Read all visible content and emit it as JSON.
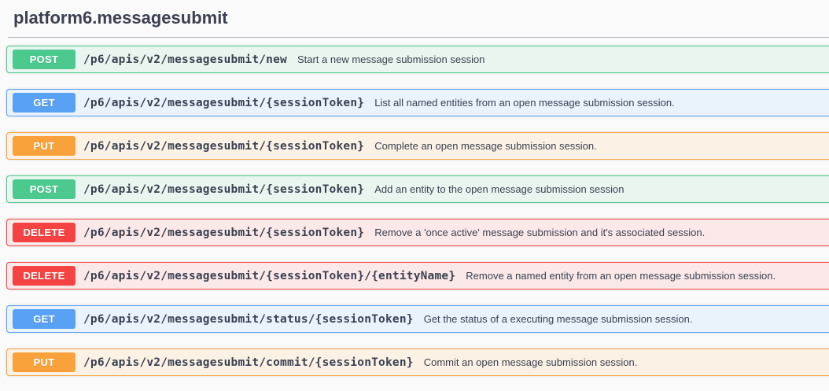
{
  "page": {
    "title": "platform6.messagesubmit",
    "background": "#fafafa",
    "text_color": "#3b4151"
  },
  "methods": {
    "GET": {
      "color": "#59a1f4",
      "bg": "#eaf2fc"
    },
    "POST": {
      "color": "#4bc98f",
      "bg": "#e9f6ef"
    },
    "PUT": {
      "color": "#f9a23c",
      "bg": "#fbf1e4"
    },
    "DELETE": {
      "color": "#f44342",
      "bg": "#fbe9e9"
    }
  },
  "endpoints": [
    {
      "method": "POST",
      "path": "/p6/apis/v2/messagesubmit/new",
      "description": "Start a new message submission session"
    },
    {
      "method": "GET",
      "path": "/p6/apis/v2/messagesubmit/{sessionToken}",
      "description": "List all named entities from an open message submission session."
    },
    {
      "method": "PUT",
      "path": "/p6/apis/v2/messagesubmit/{sessionToken}",
      "description": "Complete an open message submission session."
    },
    {
      "method": "POST",
      "path": "/p6/apis/v2/messagesubmit/{sessionToken}",
      "description": "Add an entity to the open message submission session"
    },
    {
      "method": "DELETE",
      "path": "/p6/apis/v2/messagesubmit/{sessionToken}",
      "description": "Remove a 'once active' message submission and it's associated session."
    },
    {
      "method": "DELETE",
      "path": "/p6/apis/v2/messagesubmit/{sessionToken}/{entityName}",
      "description": "Remove a named entity from an open message submission session."
    },
    {
      "method": "GET",
      "path": "/p6/apis/v2/messagesubmit/status/{sessionToken}",
      "description": "Get the status of a executing message submission session."
    },
    {
      "method": "PUT",
      "path": "/p6/apis/v2/messagesubmit/commit/{sessionToken}",
      "description": "Commit an open message submission session."
    }
  ]
}
